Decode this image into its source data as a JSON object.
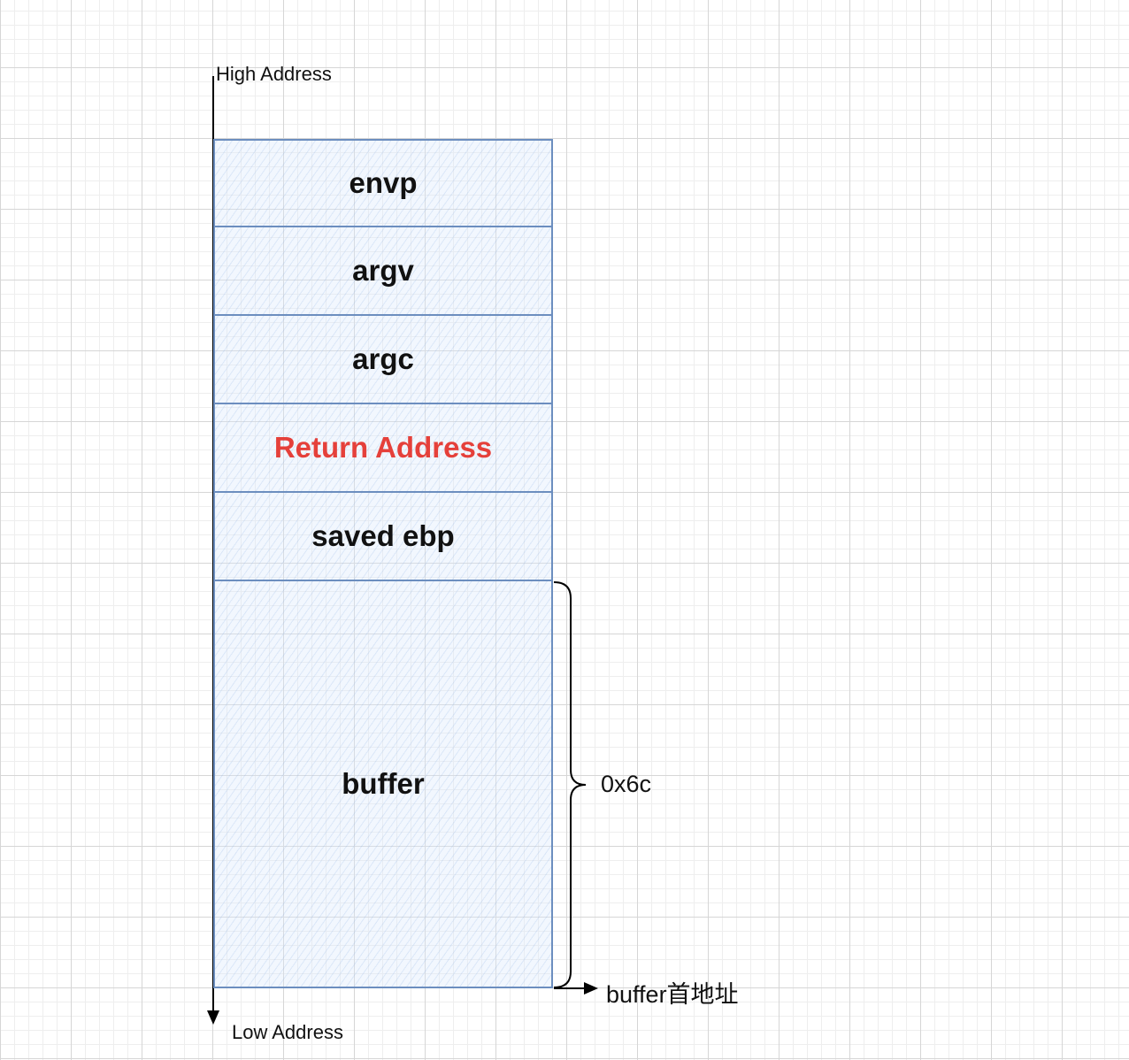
{
  "labels": {
    "high_address": "High Address",
    "low_address": "Low Address",
    "size": "0x6c",
    "buffer_start": "buffer首地址"
  },
  "blocks": [
    {
      "name": "envp",
      "highlight": false
    },
    {
      "name": "argv",
      "highlight": false
    },
    {
      "name": "argc",
      "highlight": false
    },
    {
      "name": "Return Address",
      "highlight": true
    },
    {
      "name": "saved ebp",
      "highlight": false
    },
    {
      "name": "buffer",
      "highlight": false
    }
  ],
  "colors": {
    "block_border": "#6c8ebf",
    "block_fill": "#dae8fc",
    "highlight_text": "#e5403a",
    "line": "#000000"
  }
}
